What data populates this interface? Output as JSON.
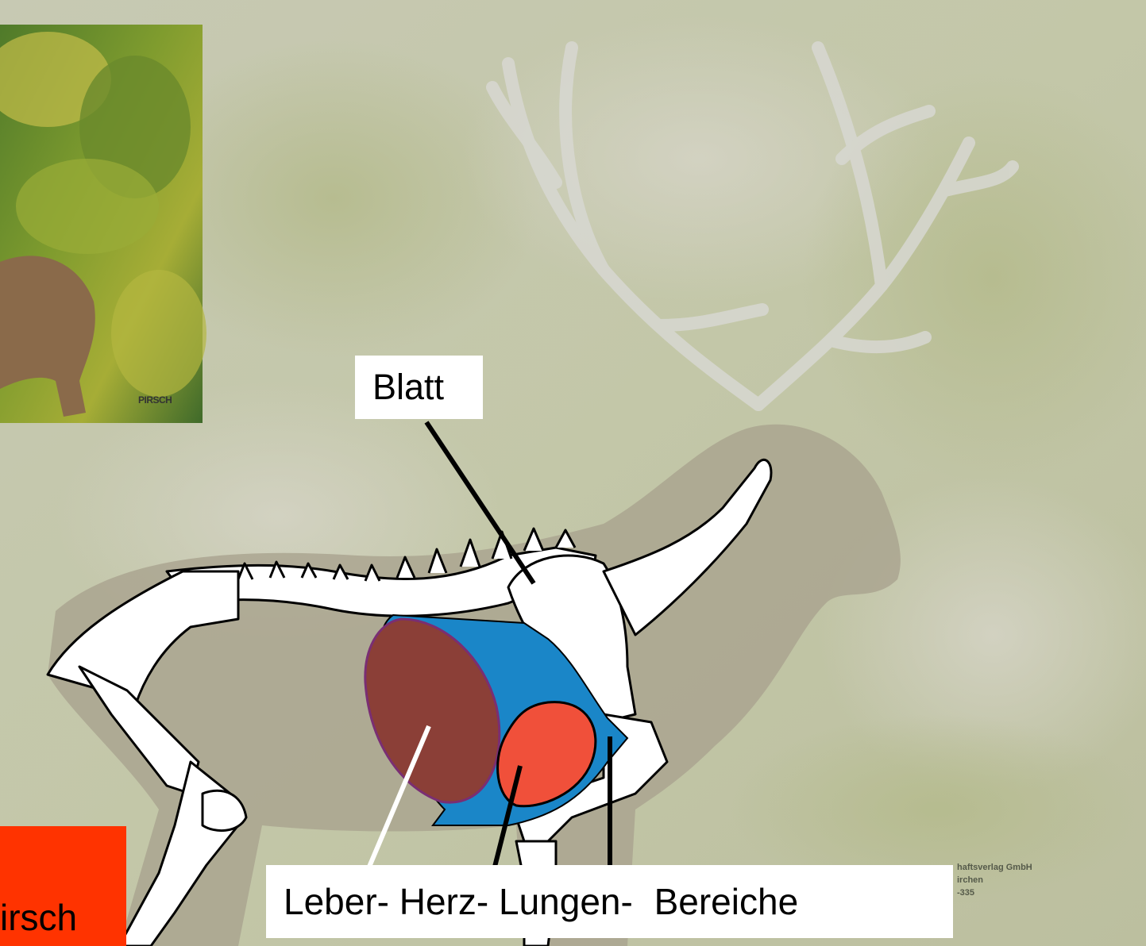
{
  "labels": {
    "blatt": "Blatt",
    "leber": "Leber-",
    "herz": "Herz-",
    "lungen": "Lungen-",
    "bereiche": "Bereiche"
  },
  "corner_label": "irsch",
  "inset_watermark": "PIRSCH",
  "publisher_lines": [
    "haftsverlag GmbH",
    "irchen",
    "-335"
  ],
  "colors": {
    "liver": "#8b3f37",
    "lung": "#1a86c8",
    "heart": "#f0503a",
    "skeleton": "#ffffff",
    "corner_box": "#ff3300"
  }
}
